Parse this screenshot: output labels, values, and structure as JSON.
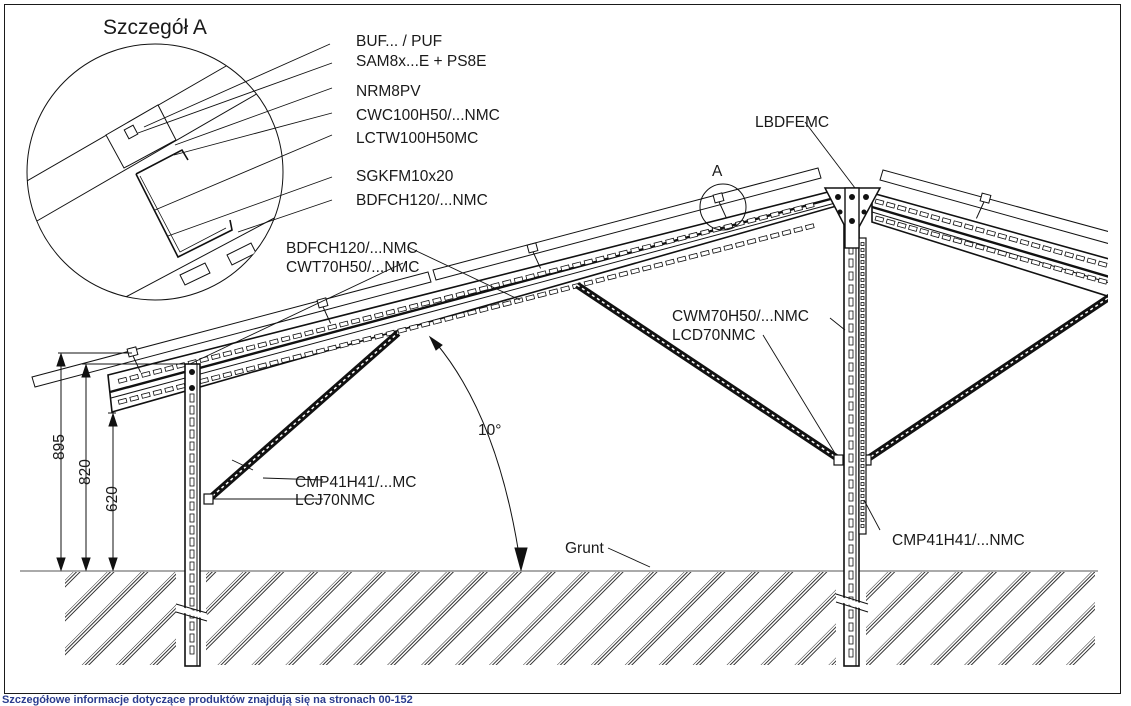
{
  "detail": {
    "title": "Szczegół A",
    "marker": "A",
    "labels": [
      "BUF... / PUF",
      "SAM8x...E + PS8E",
      "NRM8PV",
      "CWC100H50/...NMC",
      "LCTW100H50MC",
      "SGKFM10x20",
      "BDFCH120/...NMC"
    ]
  },
  "components": {
    "beam": "BDFCH120/...NMC",
    "front_post": "CWT70H50/...NMC",
    "front_brace": "CMP41H41/...MC",
    "front_brace_connector": "LCJ70NMC",
    "top_connector": "LBDFEMC",
    "rear_post": "CWM70H50/...NMC",
    "rear_brace_connector": "LCD70NMC",
    "rear_brace": "CMP41H41/...NMC",
    "ground": "Grunt"
  },
  "dimensions": {
    "heights": [
      "895",
      "820",
      "620"
    ],
    "angle": "10°"
  },
  "footer": "Szczegółowe informacje dotyczące produktów znajdują się na stronach 00-152"
}
